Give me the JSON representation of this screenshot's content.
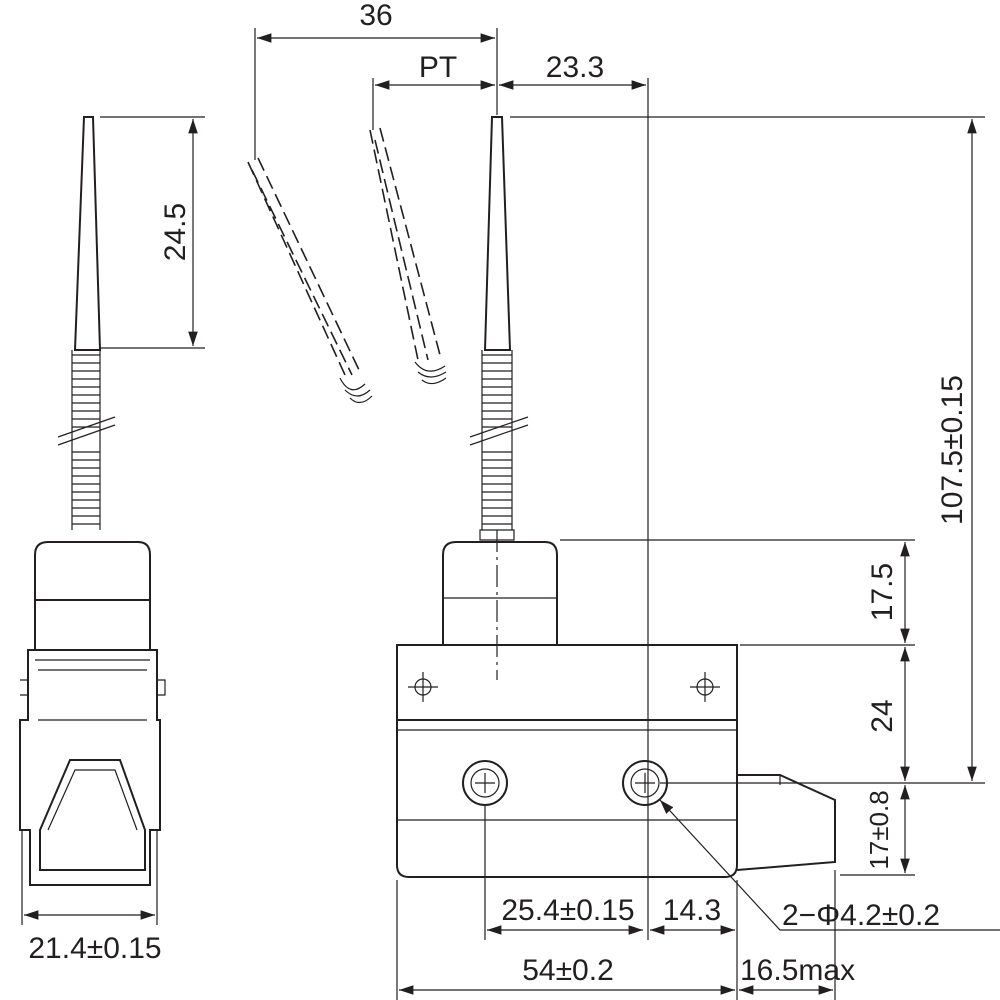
{
  "dimensions": {
    "lever_offset": "36",
    "pt": "PT",
    "lever_to_hole": "23.3",
    "rod_tip": "24.5",
    "total_height": "107.5±0.15",
    "cap_height": "17.5",
    "body_upper": "24",
    "hole_to_bottom": "17±0.8",
    "hole_spec": "2−Φ4.2±0.2",
    "hole_pitch": "25.4±0.15",
    "hole_to_edge": "14.3",
    "body_width": "54±0.2",
    "plunger_max": "16.5max",
    "side_width": "21.4±0.15"
  }
}
